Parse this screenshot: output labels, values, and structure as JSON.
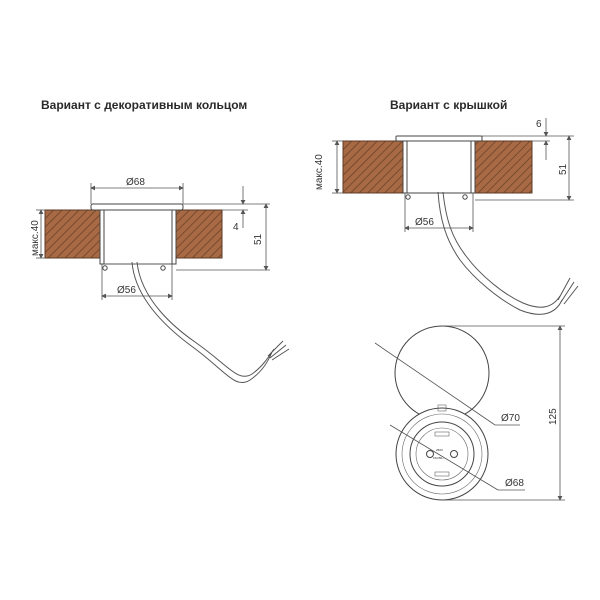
{
  "titles": {
    "left": "Вариант с декоративным кольцом",
    "right": "Вариант с крышкой"
  },
  "dimensions": {
    "left_top_diameter": "Ø68",
    "left_bottom_diameter": "Ø56",
    "left_max_thickness": "макс.40",
    "left_ring_height": "4",
    "left_total_height": "51",
    "right_bottom_diameter": "Ø56",
    "right_max_thickness": "макс.40",
    "right_lid_height": "6",
    "right_total_height": "51",
    "top_view_lid_diameter": "Ø70",
    "top_view_ring_diameter": "Ø68",
    "top_view_length": "125"
  },
  "socket_label": {
    "line1": "250V",
    "line2": "16/250~"
  },
  "colors": {
    "wood": "#a86a44",
    "hatch": "#6b4127",
    "line": "#555555"
  }
}
